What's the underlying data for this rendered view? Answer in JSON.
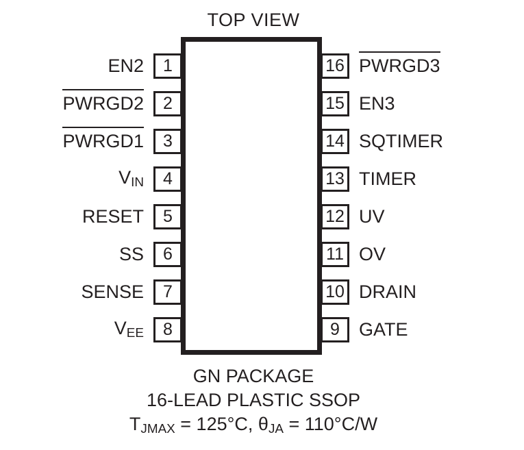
{
  "diagram": {
    "title": "TOP VIEW",
    "package_body": {
      "fill": "#ffffff",
      "stroke": "#231f20"
    },
    "text_color": "#231f20",
    "background": "#ffffff"
  },
  "pins": {
    "left": [
      {
        "number": "1",
        "label": "EN2",
        "overline": false,
        "subscript": ""
      },
      {
        "number": "2",
        "label": "PWRGD2",
        "overline": true,
        "subscript": ""
      },
      {
        "number": "3",
        "label": "PWRGD1",
        "overline": true,
        "subscript": ""
      },
      {
        "number": "4",
        "label": "V",
        "overline": false,
        "subscript": "IN"
      },
      {
        "number": "5",
        "label": "RESET",
        "overline": false,
        "subscript": ""
      },
      {
        "number": "6",
        "label": "SS",
        "overline": false,
        "subscript": ""
      },
      {
        "number": "7",
        "label": "SENSE",
        "overline": false,
        "subscript": ""
      },
      {
        "number": "8",
        "label": "V",
        "overline": false,
        "subscript": "EE"
      }
    ],
    "right": [
      {
        "number": "16",
        "label": "PWRGD3",
        "overline": true,
        "subscript": ""
      },
      {
        "number": "15",
        "label": "EN3",
        "overline": false,
        "subscript": ""
      },
      {
        "number": "14",
        "label": "SQTIMER",
        "overline": false,
        "subscript": ""
      },
      {
        "number": "13",
        "label": "TIMER",
        "overline": false,
        "subscript": ""
      },
      {
        "number": "12",
        "label": "UV",
        "overline": false,
        "subscript": ""
      },
      {
        "number": "11",
        "label": "OV",
        "overline": false,
        "subscript": ""
      },
      {
        "number": "10",
        "label": "DRAIN",
        "overline": false,
        "subscript": ""
      },
      {
        "number": "9",
        "label": "GATE",
        "overline": false,
        "subscript": ""
      }
    ]
  },
  "caption": {
    "line1": "GN PACKAGE",
    "line2": "16-LEAD PLASTIC SSOP",
    "line3": {
      "t_symbol": "T",
      "t_subscript": "JMAX",
      "t_value": " = 125°C, ",
      "theta_symbol": "θ",
      "theta_subscript": "JA",
      "theta_value": " = 110°C/W"
    }
  }
}
